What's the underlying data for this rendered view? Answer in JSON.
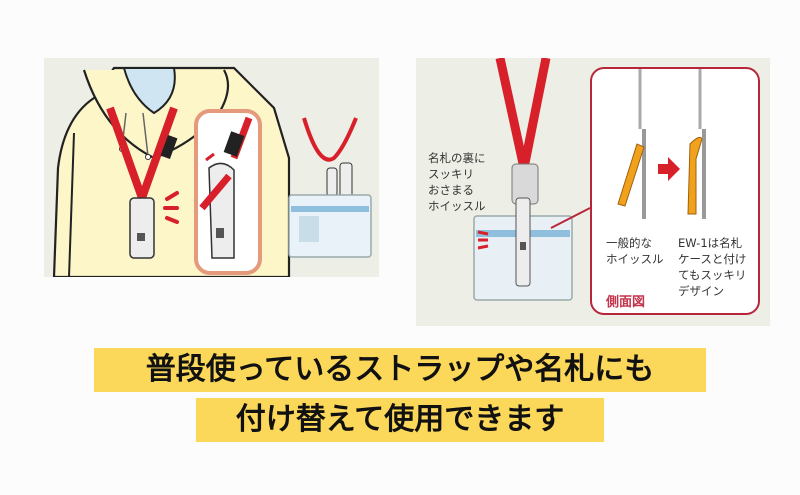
{
  "left_illustration": {
    "description": "Person in hoodie wearing red lanyard with whistle; close-up of strap being detached; whistle attached to name badge",
    "colors": {
      "panel_bg": "#edefe6",
      "hoodie": "#fcf6c9",
      "strap": "#d8202a",
      "highlight_border": "#e59a7c",
      "mask": "#cfe6f2"
    }
  },
  "right_illustration": {
    "callout_text": "名札の裏に\nスッキリ\nおさまる\nホイッスル",
    "side_view": {
      "title": "側面図",
      "general_label": "一般的な\nホイッスル",
      "ew1_label": "EW-1は名札\nケースと付け\nてもスッキリ\nデザイン",
      "colors": {
        "border": "#b8263a",
        "whistle": "#f0a21c",
        "arrow": "#d8202a"
      }
    }
  },
  "banner": {
    "line1": "普段使っているストラップや名札にも",
    "line2": "付け替えて使用できます",
    "bg_color": "#fbd85a"
  }
}
